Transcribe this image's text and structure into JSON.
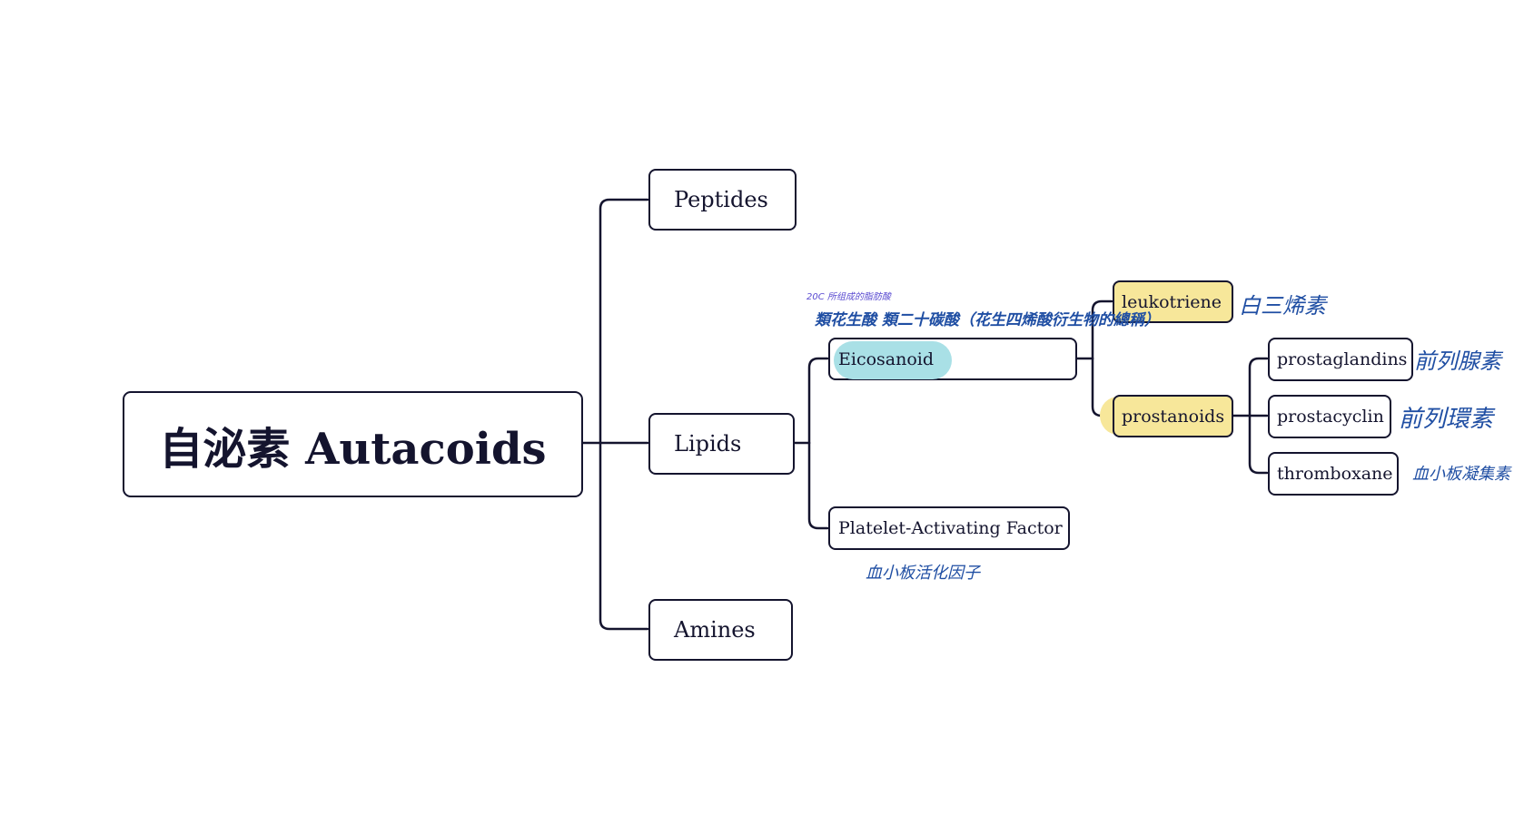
{
  "root": {
    "label": "自泌素 Autacoids"
  },
  "level1": {
    "peptides": "Peptides",
    "lipids": "Lipids",
    "amines": "Amines"
  },
  "lipids_children": {
    "eicosanoid": "Eicosanoid",
    "paf": "Platelet-Activating Factor"
  },
  "eicosanoid_children": {
    "leukotriene": "leukotriene",
    "prostanoids": "prostanoids"
  },
  "prostanoids_children": {
    "prostaglandins": "prostaglandins",
    "prostacyclin": "prostacyclin",
    "thromboxane": "thromboxane"
  },
  "annotations": {
    "eicosanoid_small_note": "20C 所组成的脂肪酸",
    "eicosanoid_note": "類花生酸 類二十碳酸（花生四烯酸衍生物的總稱）",
    "leukotriene_note": "白三烯素",
    "prostaglandins_note": "前列腺素",
    "prostacyclin_note": "前列環素",
    "thromboxane_note": "血小板凝集素",
    "paf_note": "血小板活化因子"
  },
  "colors": {
    "line": "#14142e",
    "node_border": "#14142e",
    "yellow_highlight": "#f7e79a",
    "cyan_highlight": "#a9e0e6",
    "handwriting_blue": "#1f4ea3",
    "handwriting_purple": "#5a4bd1"
  }
}
